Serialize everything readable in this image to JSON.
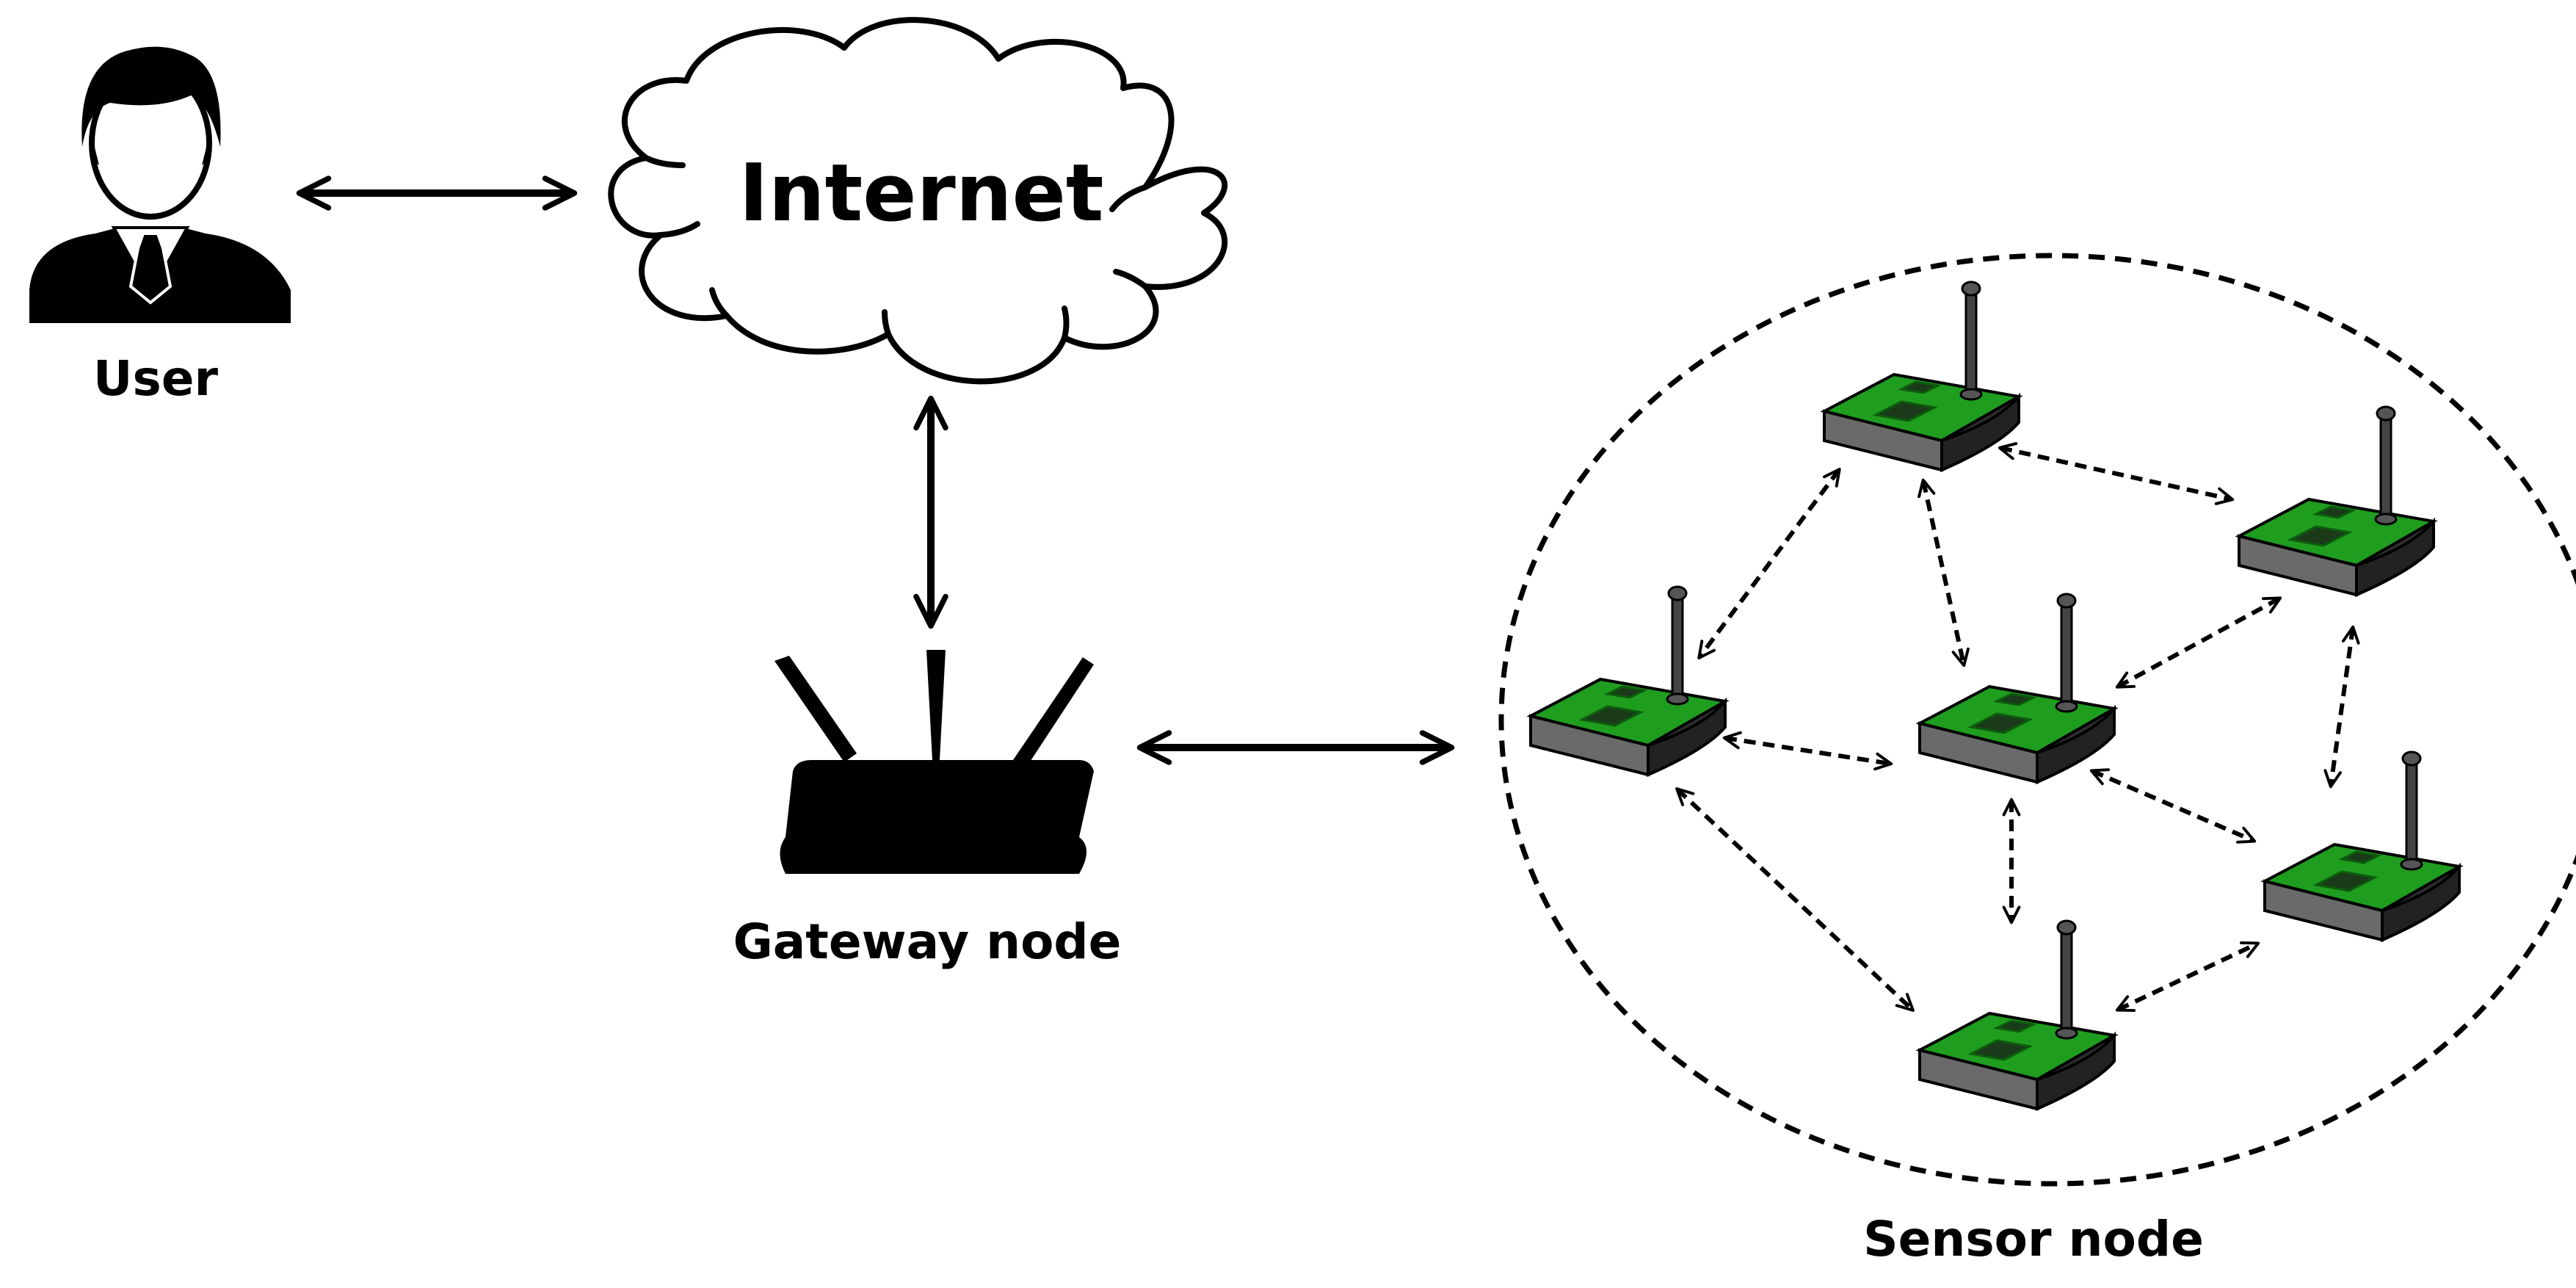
{
  "labels": {
    "internet": "Internet",
    "user": "User",
    "gateway": "Gateway node",
    "sensor": "Sensor node"
  },
  "colors": {
    "ink": "#000000",
    "board_green": "#1f9d1f",
    "board_dark_green": "#0c5c0c",
    "chip": "#1a3a1a",
    "base_dark": "#2e2e2e",
    "base_mid": "#6a6a6a"
  },
  "icons": {
    "user": "user-icon",
    "cloud": "cloud-icon",
    "router": "router-icon",
    "sensor": "sensor-node-icon"
  }
}
